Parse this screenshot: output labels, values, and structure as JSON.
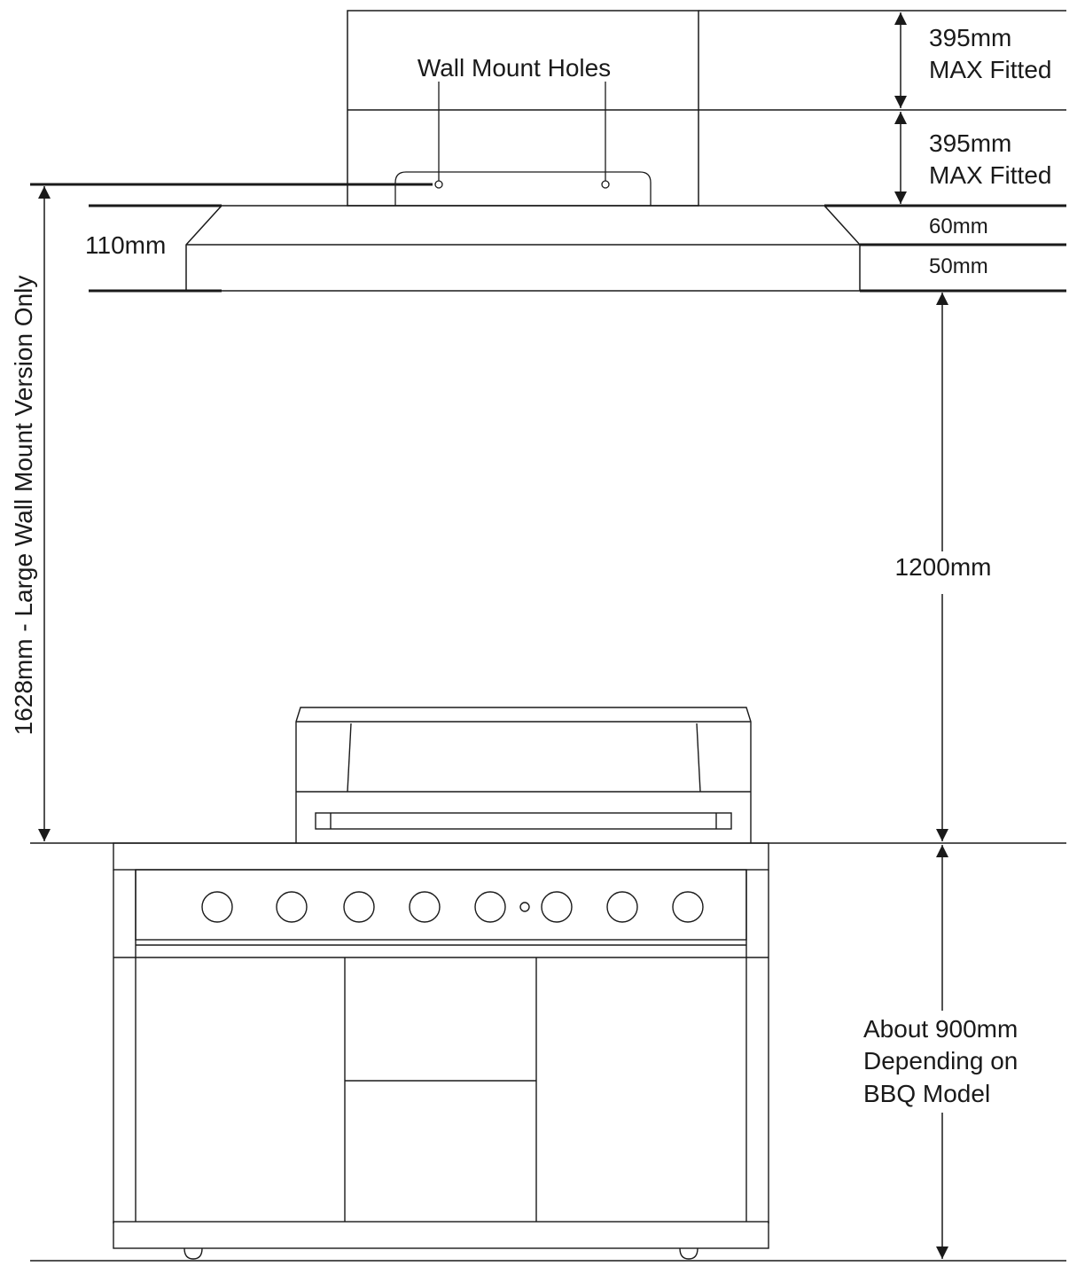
{
  "labels": {
    "wall_mount_holes": "Wall Mount Holes",
    "upper_duct": {
      "line1": "395mm",
      "line2": "MAX Fitted"
    },
    "lower_duct": {
      "line1": "395mm",
      "line2": "MAX Fitted"
    },
    "hood_top_section": "60mm",
    "hood_bottom_section": "50mm",
    "hood_height": "110mm",
    "clearance_height": "1200mm",
    "total_height": "1628mm - Large Wall Mount Version Only",
    "bbq_height": {
      "line1": "About 900mm",
      "line2": "Depending on",
      "line3": "BBQ Model"
    }
  },
  "colors": {
    "line": "#1a1a1a",
    "background": "#ffffff"
  }
}
